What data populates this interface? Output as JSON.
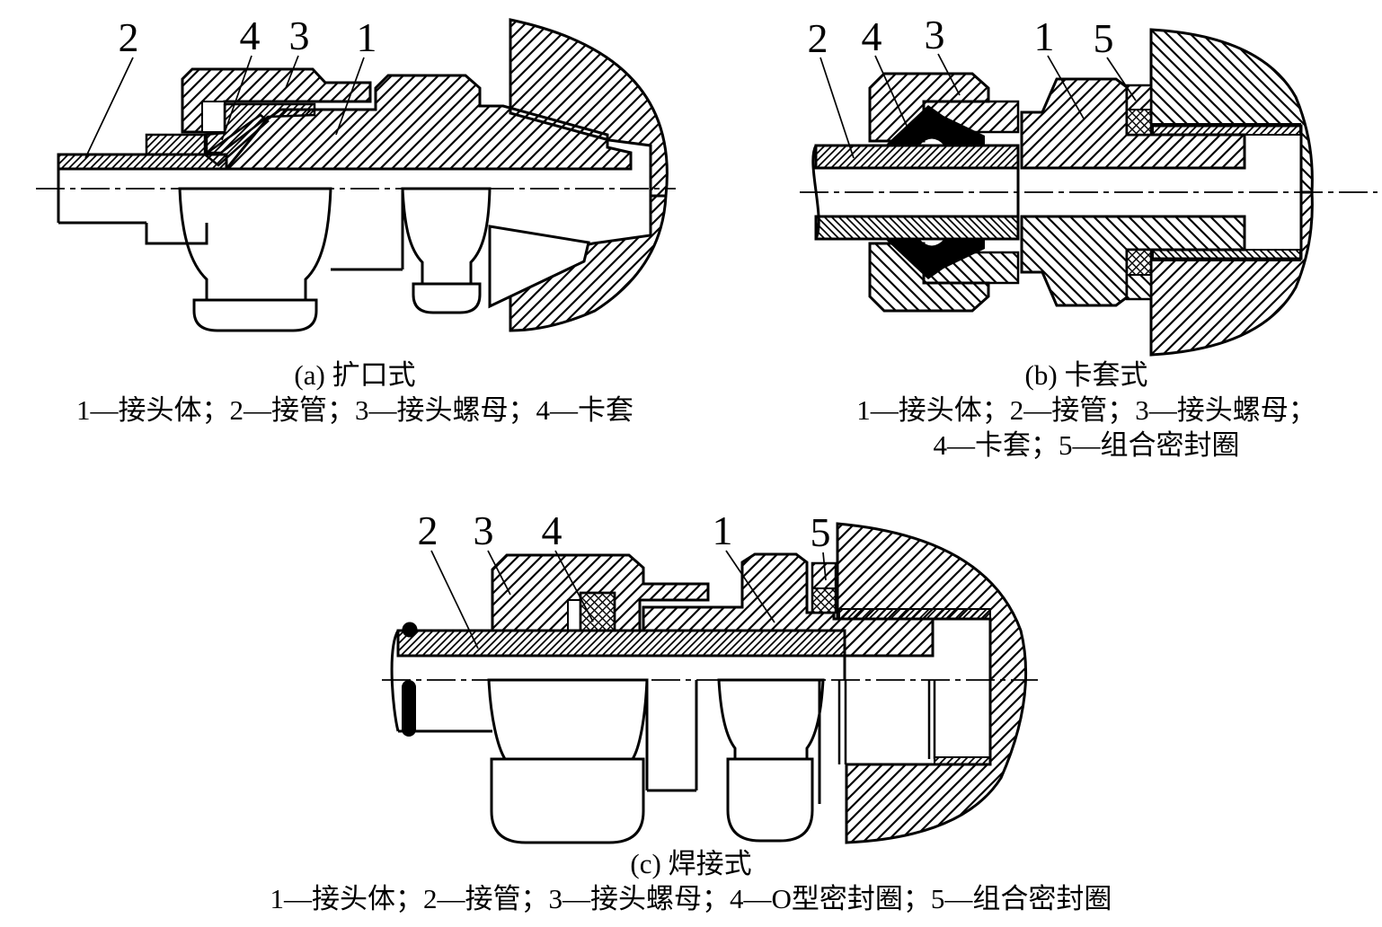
{
  "page": {
    "background": "#ffffff",
    "ink": "#000000"
  },
  "figures": {
    "a": {
      "caption": "(a) 扩口式",
      "legend": [
        "1—接头体；2—接管；3—接头螺母；4—卡套"
      ],
      "labels": [
        "2",
        "4",
        "3",
        "1"
      ]
    },
    "b": {
      "caption": "(b) 卡套式",
      "legend": [
        "1—接头体；2—接管；3—接头螺母；",
        "4—卡套；5—组合密封圈"
      ],
      "labels": [
        "2",
        "4",
        "3",
        "1",
        "5"
      ]
    },
    "c": {
      "caption": "(c) 焊接式",
      "legend": [
        "1—接头体；2—接管；3—接头螺母；4—O型密封圈；5—组合密封圈"
      ],
      "labels": [
        "2",
        "3",
        "4",
        "1",
        "5"
      ]
    }
  }
}
